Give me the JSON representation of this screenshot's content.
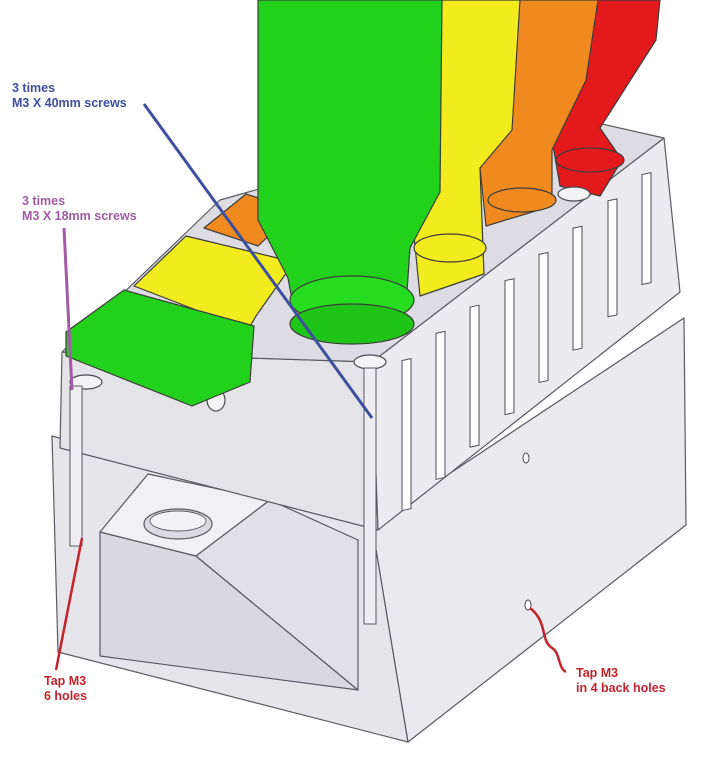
{
  "annotations": {
    "long_screws": {
      "line1": "3 times",
      "line2": "M3 X 40mm screws",
      "color": "#3f4fa0"
    },
    "short_screws": {
      "line1": "3 times",
      "line2": "M3 X 18mm screws",
      "color": "#a25aa6"
    },
    "tap_front": {
      "line1": "Tap M3",
      "line2": "6 holes",
      "color": "#c3232a"
    },
    "tap_back": {
      "line1": "Tap M3",
      "line2": "in 4 back holes",
      "color": "#c3232a"
    }
  },
  "colors": {
    "body": "#e4e4e9",
    "body_dark": "#c9c9d1",
    "green": "#22d21a",
    "yellow": "#f2ec1e",
    "orange": "#f08a1e",
    "red": "#e3191c"
  }
}
